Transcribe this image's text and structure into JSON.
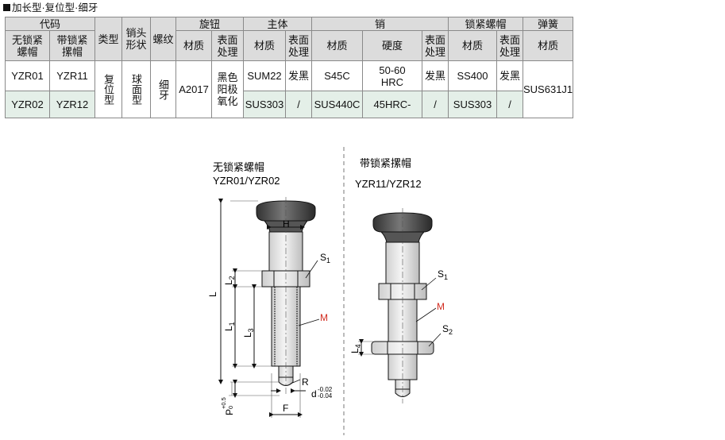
{
  "title": "加长型·复位型·细牙",
  "table": {
    "group_code": "代码",
    "no_lock_cap_1": "无锁紧",
    "no_lock_cap_2": "螺帽",
    "lock_cap_1": "带锁紧",
    "lock_cap_2": "摞帽",
    "type": "类型",
    "pin_head_1": "销头",
    "pin_head_2": "形状",
    "thread": "螺纹",
    "knob": "旋钮",
    "body": "主体",
    "pin": "销",
    "lock_nut": "锁紧螺帽",
    "spring": "弹簧",
    "material": "材质",
    "surface_1": "表面",
    "surface_2": "处理",
    "hardness": "硬度",
    "rows": [
      {
        "code_a": "YZR01",
        "code_b": "YZR11",
        "body_material": "SUM22",
        "body_surface": "发黑",
        "pin_material": "S45C",
        "pin_hardness_1": "50-60",
        "pin_hardness_2": "HRC",
        "pin_surface": "发黑",
        "nut_material": "SS400",
        "nut_surface": "发黑"
      },
      {
        "code_a": "YZR02",
        "code_b": "YZR12",
        "body_material": "SUS303",
        "body_surface": "/",
        "pin_material": "SUS440C",
        "pin_hardness": "45HRC-",
        "pin_surface": "/",
        "nut_material": "SUS303",
        "nut_surface": "/"
      }
    ],
    "type_value": "复位型",
    "head_value": "球面型",
    "thread_value": "细牙",
    "knob_material": "A2017",
    "knob_surface_1": "黑色",
    "knob_surface_2": "阳极",
    "knob_surface_3": "氧化",
    "spring_material": "SUS631J1"
  },
  "drawing_left": {
    "caption_1": "无锁紧螺帽",
    "caption_2": "YZR01/YZR02",
    "dims": {
      "H": "H",
      "S1": "S",
      "S1_sub": "1",
      "L2": "L",
      "L2_sub": "2",
      "L": "L",
      "L1": "L",
      "L1_sub": "1",
      "L3": "L",
      "L3_sub": "3",
      "M": "M",
      "R": "R",
      "P": "P",
      "P_tol_up": "+0.5",
      "P_tol_dn": "0",
      "d": "d",
      "d_tol_up": "-0.02",
      "d_tol_dn": "-0.04",
      "F": "F"
    }
  },
  "drawing_right": {
    "caption_1": "带锁紧摞帽",
    "caption_2": "YZR11/YZR12",
    "dims": {
      "S1": "S",
      "S1_sub": "1",
      "M": "M",
      "S2": "S",
      "S2_sub": "2",
      "L4": "L",
      "L4_sub": "4"
    }
  },
  "colors": {
    "header_bg": "#dcdcdc",
    "highlight_bg": "#e4efe8",
    "dimension_red": "#d22b1f",
    "metal_light": "#e6e6e6"
  }
}
